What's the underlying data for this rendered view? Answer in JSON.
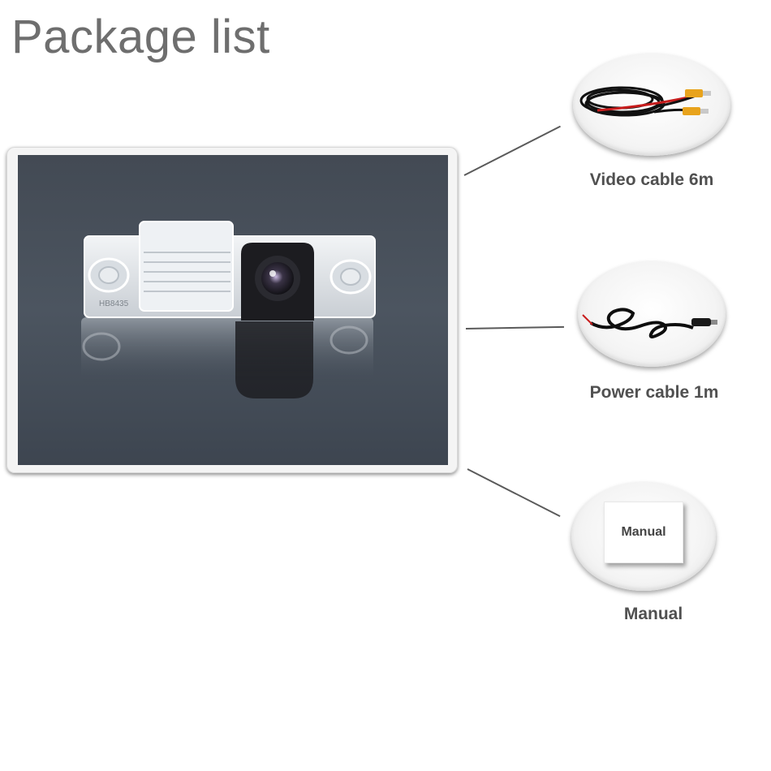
{
  "title": "Package list",
  "items": [
    {
      "caption": "Video cable 6m",
      "icon": "video-cable-icon"
    },
    {
      "caption": "Power cable 1m",
      "icon": "power-cable-icon"
    },
    {
      "caption": "Manual",
      "icon": "manual-icon",
      "card_text": "Manual"
    }
  ],
  "camera_marking": "HB8435"
}
